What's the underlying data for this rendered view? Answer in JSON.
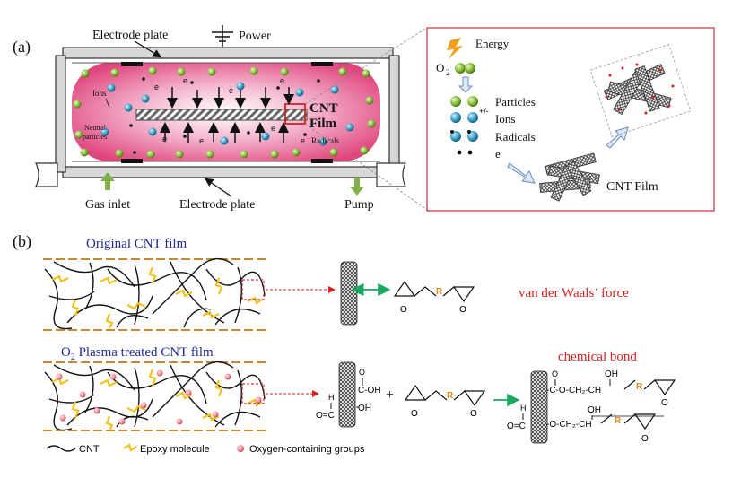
{
  "panel_a": {
    "label": "(a)",
    "electrode_plate_top": "Electrode plate",
    "power": "Power",
    "ions": "Ions",
    "neutral_1": "Neutral",
    "neutral_2": "particles",
    "cnt_1": "CNT",
    "cnt_2": "Film",
    "radicals": "Radicals",
    "gas_inlet": "Gas inlet",
    "electrode_plate_bottom": "Electrode plate",
    "pump": "Pump",
    "e": "e",
    "inset": {
      "energy": "Energy",
      "o2": "O",
      "o2_sub": "2",
      "particles": "Particles",
      "ions": "Ions",
      "pm": "+/-",
      "radicals": "Radicals",
      "e": "e",
      "cnt_film": "CNT Film"
    }
  },
  "panel_b": {
    "label": "(b)",
    "original_title": "Original CNT film",
    "vdw": "van der Waals’ force",
    "plasma_title_pre": "O",
    "plasma_title_sub": "2",
    "plasma_title_post": " Plasma treated  CNT film",
    "chemical_bond": "chemical bond",
    "r": "R",
    "o": "O",
    "cooh": "C-OH",
    "oh": "OH",
    "h": "H",
    "oc": "O=C",
    "plus": "+",
    "ester_top": "-C-O-CH₂-CH",
    "ester_bottom": "-O-CH₂-CH",
    "legend": {
      "cnt": "CNT",
      "epoxy": "Epoxy molecule",
      "oxygen": "Oxygen-containing groups"
    }
  },
  "colors": {
    "blue_title": "#1f2a9a",
    "red_text": "#d62020",
    "plasma_pink": "#e0457d",
    "epoxy_yellow": "#f2c21a",
    "green_sphere": "#8bbf3a",
    "blue_sphere": "#3aa0c8",
    "arrow_green": "#7fb04a",
    "r_orange": "#e08a20"
  }
}
